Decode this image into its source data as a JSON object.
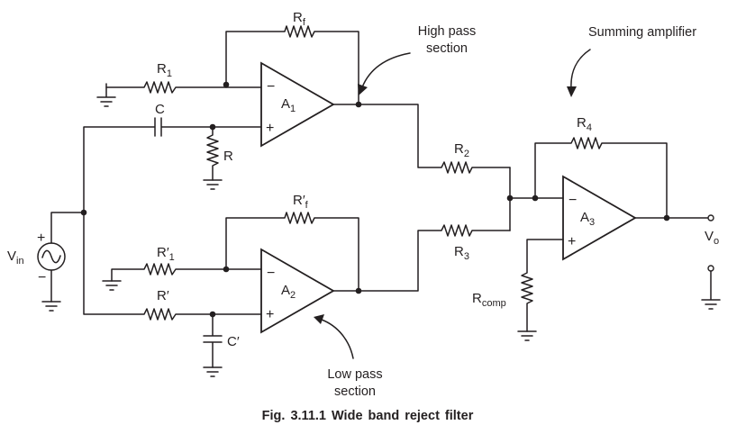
{
  "figure": {
    "caption": "Fig. 3.11.1 Wide band reject filter"
  },
  "annotations": {
    "high_pass_line1": "High pass",
    "high_pass_line2": "section",
    "low_pass_line1": "Low pass",
    "low_pass_line2": "section",
    "summing": "Summing amplifier"
  },
  "opamps": {
    "a1": {
      "main": "A",
      "sub": "1"
    },
    "a2": {
      "main": "A",
      "sub": "2"
    },
    "a3": {
      "main": "A",
      "sub": "3"
    },
    "minus": "−",
    "plus": "+"
  },
  "components": {
    "rf": {
      "main": "R",
      "sub": "f"
    },
    "r1": {
      "main": "R",
      "sub": "1"
    },
    "c": {
      "main": "C"
    },
    "r": {
      "main": "R"
    },
    "rf2": {
      "main": "R′",
      "sub": "f"
    },
    "r1p": {
      "main": "R′",
      "sub": "1"
    },
    "rp": {
      "main": "R′"
    },
    "cp": {
      "main": "C′"
    },
    "r2": {
      "main": "R",
      "sub": "2"
    },
    "r3": {
      "main": "R",
      "sub": "3"
    },
    "r4": {
      "main": "R",
      "sub": "4"
    },
    "rcomp": {
      "main": "R",
      "sub": "comp"
    }
  },
  "source": {
    "main": "V",
    "sub": "in",
    "plus": "+",
    "minus": "−"
  },
  "output": {
    "main": "V",
    "sub": "o"
  }
}
